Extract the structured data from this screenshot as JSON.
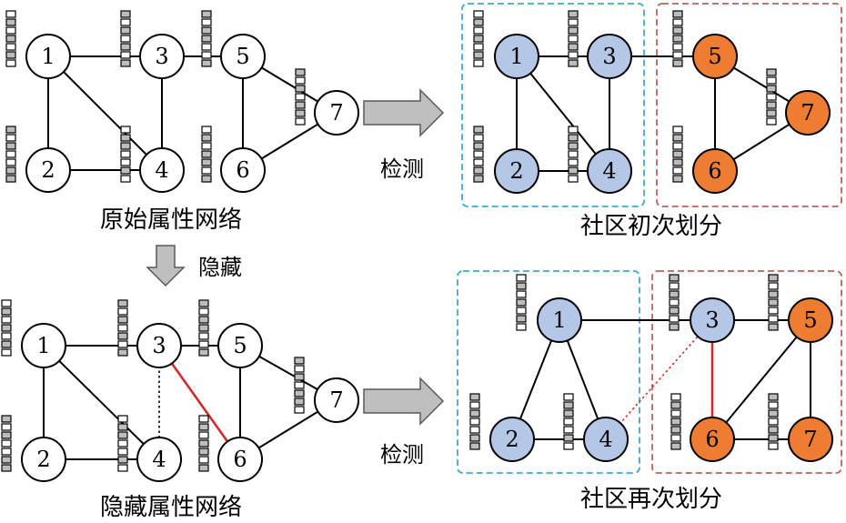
{
  "panels": {
    "original": {
      "caption": "原始属性网络",
      "nodes": [
        "1",
        "2",
        "3",
        "4",
        "5",
        "6",
        "7"
      ]
    },
    "hidden": {
      "caption": "隐藏属性网络",
      "nodes": [
        "1",
        "2",
        "3",
        "4",
        "5",
        "6",
        "7"
      ]
    },
    "initial": {
      "caption": "社区初次划分",
      "nodes": [
        "1",
        "2",
        "3",
        "4",
        "5",
        "6",
        "7"
      ]
    },
    "repartition": {
      "caption": "社区再次划分",
      "nodes": [
        "1",
        "2",
        "3",
        "4",
        "5",
        "6",
        "7"
      ]
    }
  },
  "arrows": {
    "detect_top": "检测",
    "hide": "隐藏",
    "detect_bottom": "检测"
  },
  "colors": {
    "community_a_fill": "#b4c7e7",
    "community_b_fill": "#ee7d31",
    "community_a_border": "#3fa9d6",
    "community_b_border": "#b9635c",
    "changed_edge": "#d42a2a"
  }
}
